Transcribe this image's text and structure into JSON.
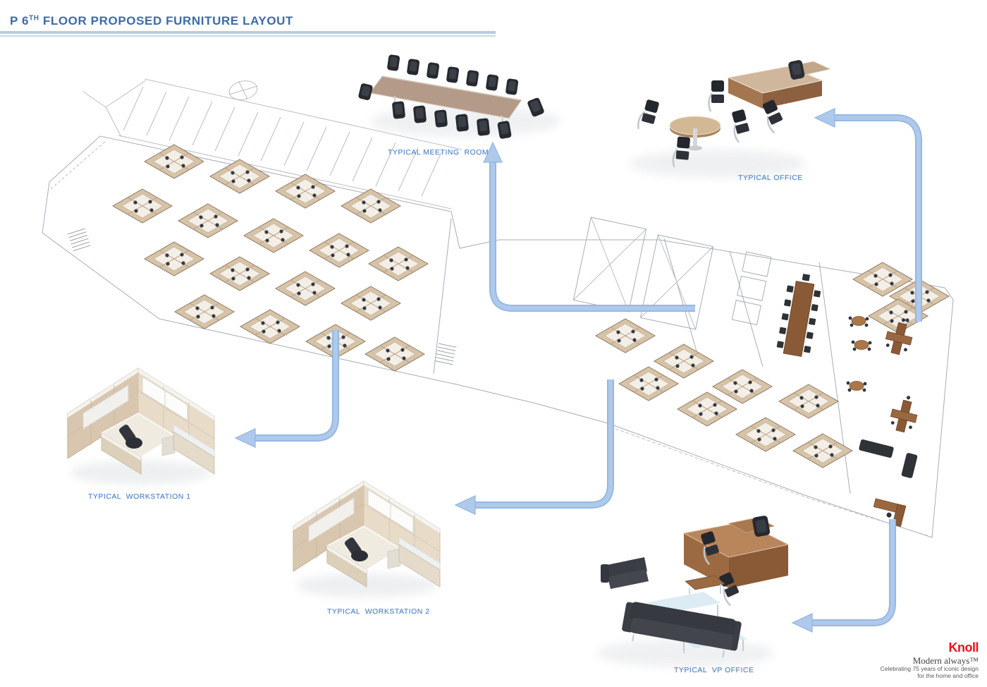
{
  "title": {
    "prefix": "P 6",
    "sup": "TH",
    "rest": " FLOOR PROPOSED FURNITURE LAYOUT"
  },
  "callouts": {
    "meeting_room": {
      "label": "TYPICAL MEETING  ROOM"
    },
    "office": {
      "label": "TYPICAL OFFICE"
    },
    "workstation_1": {
      "label": "TYPICAL  WORKSTATION 1"
    },
    "workstation_2": {
      "label": "TYPICAL  WORKSTATION 2"
    },
    "vp_office": {
      "label": "TYPICAL  VP OFFICE"
    }
  },
  "branding": {
    "logo": "Knoll",
    "tagline": "Modern always™",
    "line1": "Celebrating 75 years of iconic design",
    "line2": "for the home and office"
  },
  "colors": {
    "title_blue": "#3d6ba6",
    "label_blue": "#4a80c4",
    "rule_blue": "#b5cde8",
    "arrow_fill": "#aec9eb",
    "arrow_edge": "#93b5de",
    "knoll_red": "#e8131c",
    "plan_line_gray": "#a6aeb8",
    "panel_tan": "#d7c3a8",
    "wood_brown": "#8a5a36",
    "chair_black": "#2b2e34"
  }
}
